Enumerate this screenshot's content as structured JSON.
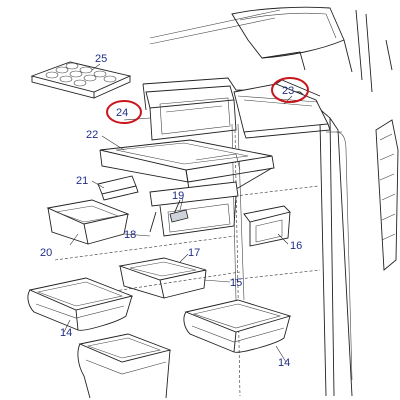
{
  "diagram": {
    "part_labels": {
      "p25": "25",
      "p24": "24",
      "p23": "23",
      "p22": "22",
      "p21": "21",
      "p19": "19",
      "p20": "20",
      "p18": "18",
      "p17": "17",
      "p16": "16",
      "p15": "15",
      "p14a": "14",
      "p14b": "14"
    },
    "highlighted": [
      "p24",
      "p23"
    ],
    "colors": {
      "label": "#1f2f88",
      "highlight": "#c8161d",
      "line": "#222222"
    }
  }
}
